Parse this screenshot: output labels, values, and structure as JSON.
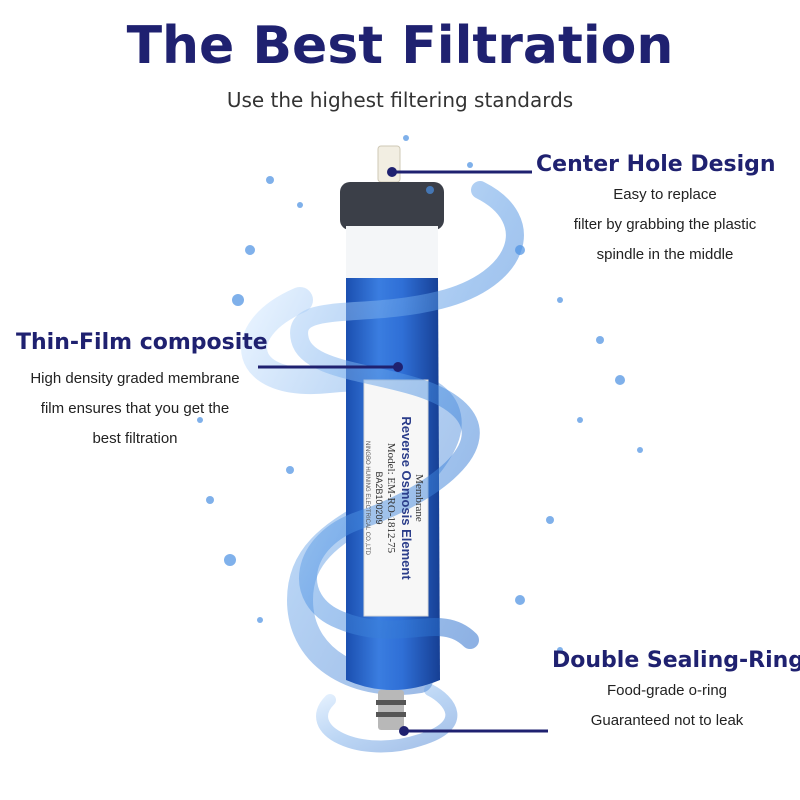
{
  "header": {
    "title": "The Best Filtration",
    "subtitle": "Use the highest filtering standards"
  },
  "callouts": {
    "center_hole": {
      "title": "Center Hole Design",
      "lines": [
        "Easy to replace",
        "filter by grabbing the plastic",
        "spindle in the middle"
      ]
    },
    "thin_film": {
      "title": "Thin-Film composite",
      "lines": [
        "High density graded membrane",
        "film ensures that you get the",
        "best filtration"
      ]
    },
    "sealing_ring": {
      "title": "Double Sealing-Ring",
      "lines": [
        "Food-grade o-ring",
        "Guaranteed not to leak"
      ]
    }
  },
  "product_label": {
    "type": "Membrane",
    "name": "Reverse Osmosis Element",
    "model_label": "Model:",
    "model": "EM-RO-1812-75",
    "serial": "BA2B100209",
    "maker": "NINGBO HUINING ELECTRICAL CO.,LTD"
  },
  "colors": {
    "title": "#1f2170",
    "filter_blue": "#2f6fd6",
    "water": "#4a90e2"
  }
}
